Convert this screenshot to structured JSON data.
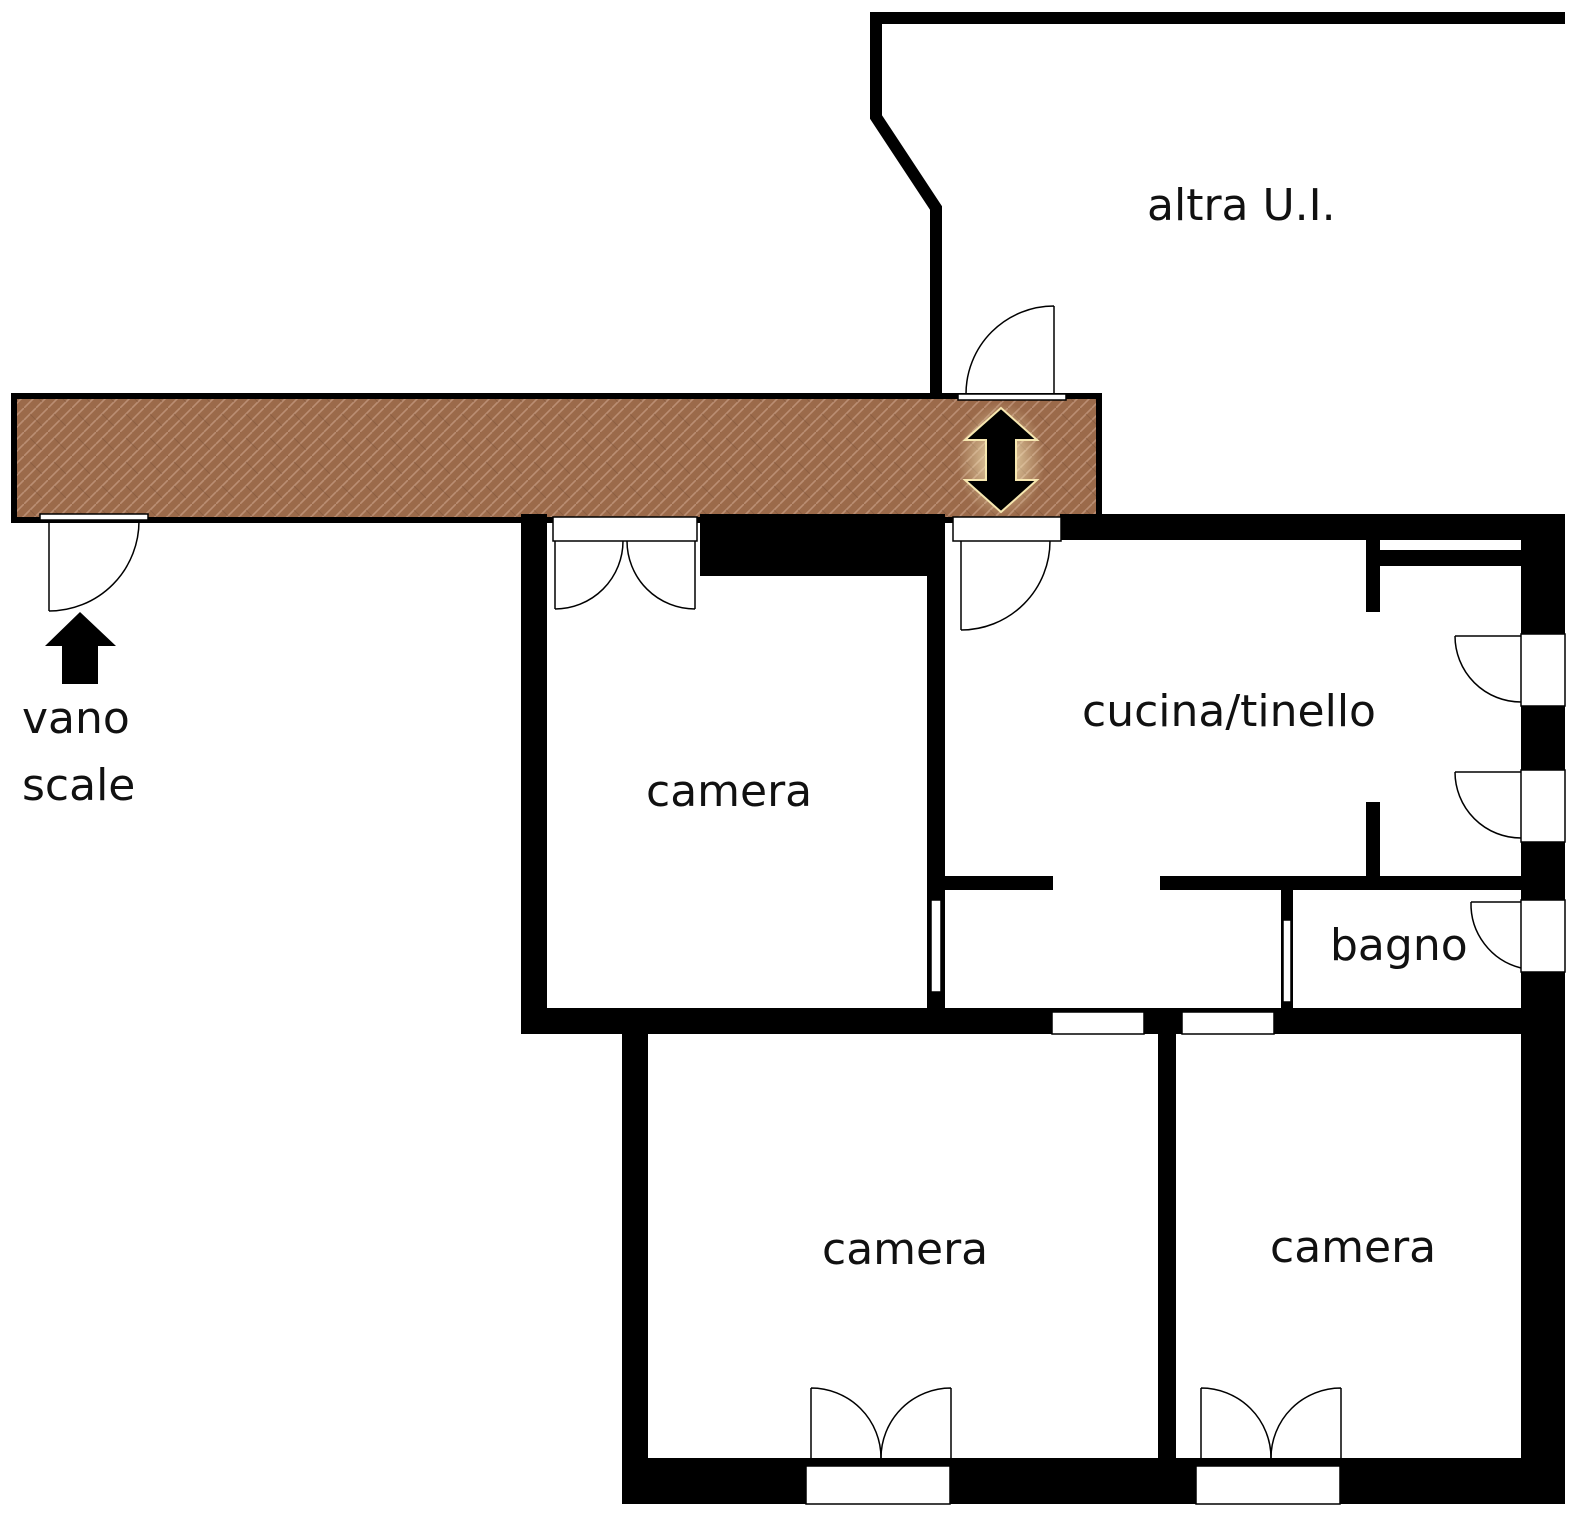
{
  "colors": {
    "wall": "#000000",
    "corridor_floor": "#9b6a4a",
    "corridor_pattern": "#c59a80",
    "background": "#ffffff"
  },
  "icons": {
    "entry": "arrow-up-icon",
    "passage": "double-arrow-vertical-icon"
  },
  "labels": {
    "altra_ui": "altra U.I.",
    "vano_scale_line1": "vano",
    "vano_scale_line2": "scale",
    "camera_1": "camera",
    "cucina": "cucina/tinello",
    "bagno": "bagno",
    "camera_2": "camera",
    "camera_3": "camera"
  }
}
